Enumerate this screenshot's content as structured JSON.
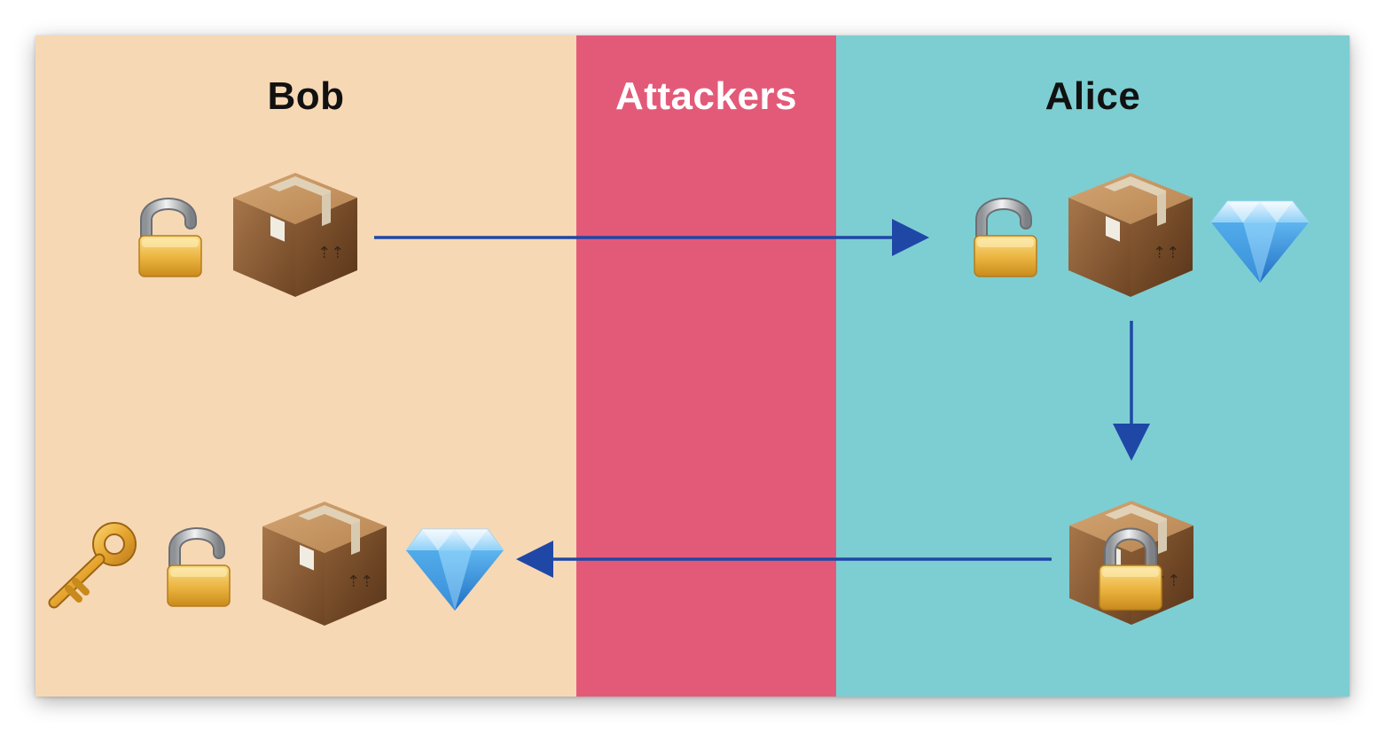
{
  "columns": {
    "bob": {
      "title": "Bob",
      "color": "#f7d8b5",
      "title_color": "#111111"
    },
    "attackers": {
      "title": "Attackers",
      "color": "#e35a79",
      "title_color": "#ffffff"
    },
    "alice": {
      "title": "Alice",
      "color": "#7dced2",
      "title_color": "#111111"
    }
  },
  "icons": [
    "open-padlock-icon",
    "package-box-icon",
    "diamond-icon",
    "key-icon",
    "locked-package-icon"
  ],
  "arrow_color": "#1f47a6"
}
